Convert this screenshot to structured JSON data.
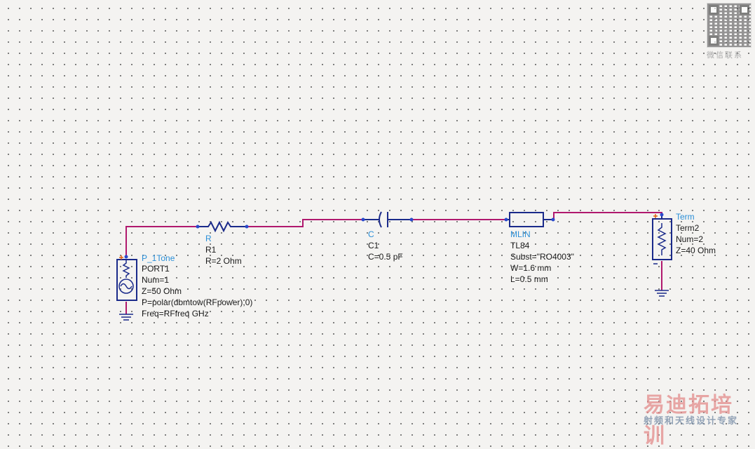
{
  "components": {
    "port": {
      "type": "P_1Tone",
      "name": "PORT1",
      "params": [
        "Num=1",
        "Z=50 Ohm",
        "P=polar(dbmtow(RFpower),0)",
        "Freq=RFfreq GHz"
      ]
    },
    "resistor": {
      "type": "R",
      "name": "R1",
      "params": [
        "R=2 Ohm"
      ]
    },
    "capacitor": {
      "type": "C",
      "name": "C1",
      "params": [
        "C=0.5 pF"
      ]
    },
    "mline": {
      "type": "MLIN",
      "name": "TL84",
      "params": [
        "Subst=\"RO4003\"",
        "W=1.6 mm",
        "L=0.5 mm"
      ]
    },
    "term": {
      "type": "Term",
      "name": "Term2",
      "params": [
        "Num=2",
        "Z=40 Ohm"
      ]
    }
  },
  "watermark": {
    "wechat": "微信联系",
    "brand": "易迪拓培训",
    "slogan": "射频和天线设计专家"
  },
  "colors": {
    "wire": "#b0186e",
    "component": "#1a2a8a",
    "pin": "#2a4acb",
    "marker": "#e06010",
    "type_label": "#2a8fd8"
  }
}
